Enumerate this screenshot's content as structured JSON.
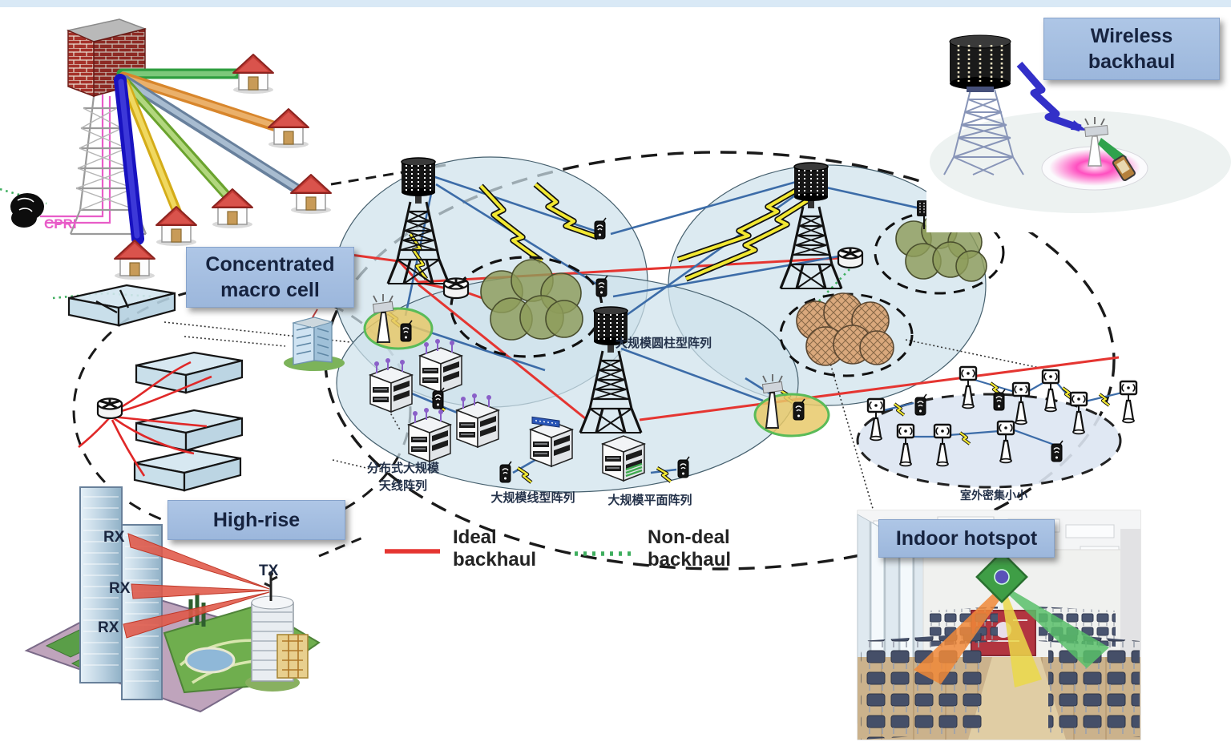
{
  "figure": {
    "type": "5G massive MIMO network architecture diagram",
    "background": "#ffffff",
    "top_strip_color": "#d9e9f6"
  },
  "callouts": {
    "concentrated_macro_cell": "Concentrated\nmacro cell",
    "wireless_backhaul": "Wireless\nbackhaul",
    "high_rise": "High-rise",
    "indoor_hotspot": "Indoor hotspot"
  },
  "legend": {
    "ideal_label": "Ideal\nbackhaul",
    "non_ideal_label": "Non-deal\nbackhaul",
    "ideal_color": "#e53531",
    "non_ideal_color": "#3fae5f"
  },
  "annotations": {
    "cpri": "CPRI",
    "rx": "RX",
    "tx": "TX"
  },
  "array_labels": {
    "cylindrical": "大规模圆柱型阵列",
    "distributed": "分布式大规模\n天线阵列",
    "linear": "大规模线型阵列",
    "planar": "大规模平面阵列",
    "outdoor_small_cells": "室外密集小小"
  },
  "colors": {
    "callout_box": "#a7bfe0",
    "ideal_backhaul_red": "#e53531",
    "non_ideal_backhaul_green": "#3fae5f",
    "wireless_link_yellow": "#f2e832",
    "link_blue": "#3c6ca8",
    "cpri_fiber_pink": "#e85cc8",
    "cell_fill_blue": "#cfe2ec",
    "virtual_cell_olive": "#8e9c5a",
    "virtual_cell_orange": "#d9a87c",
    "backhaul_bolt_navy": "#3330c8"
  }
}
